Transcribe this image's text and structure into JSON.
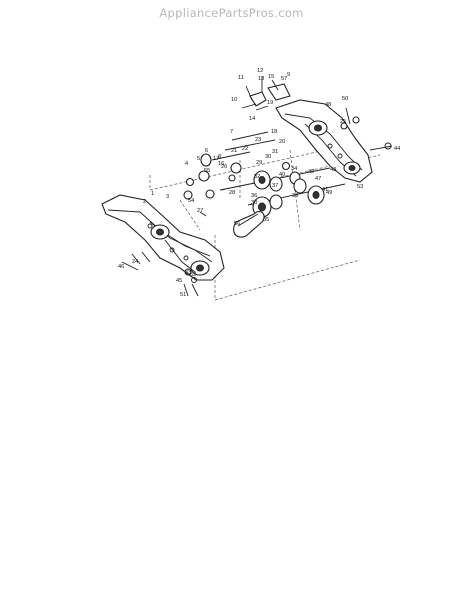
{
  "watermark": "AppliancePartsPros.com",
  "callouts": [
    "1",
    "2",
    "3",
    "4",
    "5",
    "6",
    "7",
    "8",
    "9",
    "10",
    "11",
    "12",
    "13",
    "14",
    "15",
    "16",
    "17",
    "18",
    "19",
    "20",
    "21",
    "22",
    "23",
    "24",
    "25",
    "26",
    "27",
    "28",
    "29",
    "30",
    "31",
    "32",
    "33",
    "34",
    "35",
    "36",
    "37",
    "38",
    "39",
    "40",
    "41",
    "42",
    "43",
    "44",
    "45",
    "46",
    "47",
    "48",
    "49",
    "50",
    "51",
    "52",
    "53",
    "54",
    "55",
    "56",
    "57"
  ]
}
